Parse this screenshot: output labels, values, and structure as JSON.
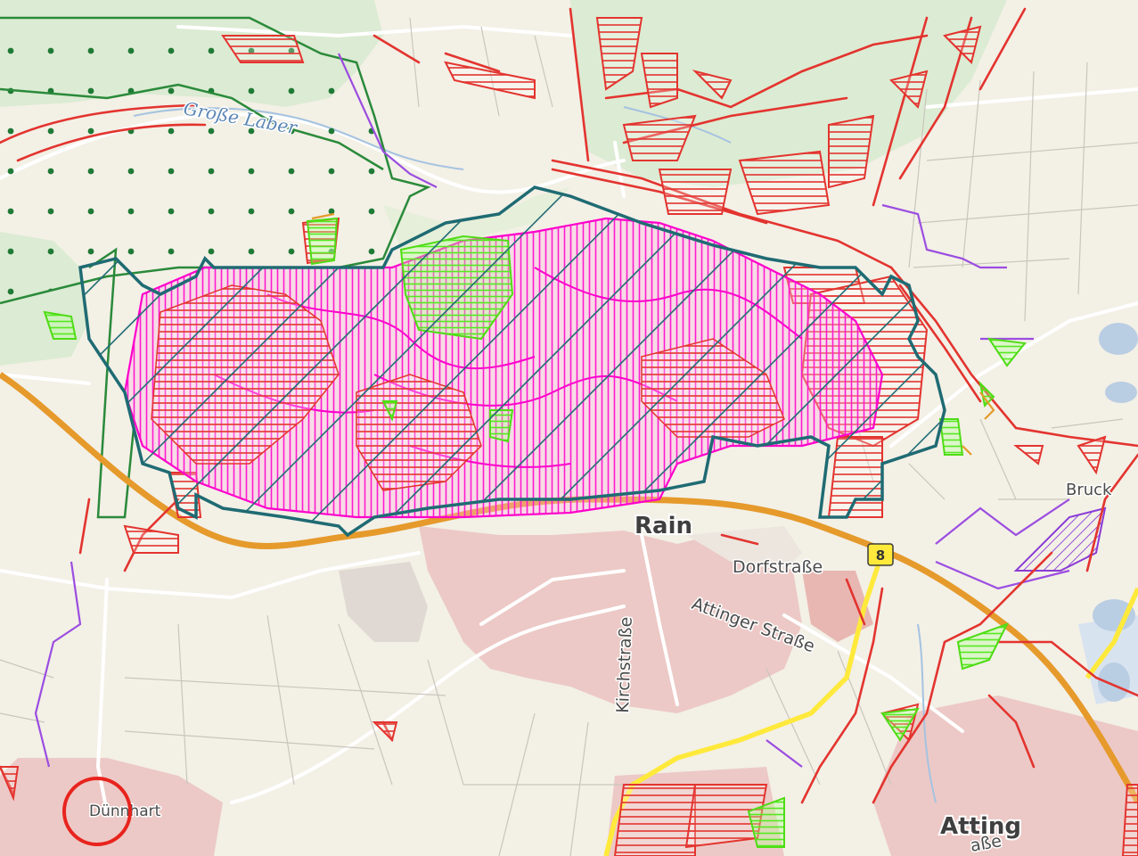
{
  "labels": {
    "river": "Große Laber",
    "village_center": "Rain",
    "street_dorf": "Dorfstraße",
    "street_kirch": "Kirchstraße",
    "street_attinger": "Attinger Straße",
    "village_sw": "Dünnhart",
    "village_se": "Atting",
    "atting_partial": "aße",
    "village_ne_partial": "Bruck"
  },
  "road_shield": {
    "number": "8"
  },
  "colors": {
    "background": "#f3f0e6",
    "forest_light": "#dcebd3",
    "settlement": "#ecc9c6",
    "red_biotope": "#e3342f",
    "magenta_zone": "#ff00cc",
    "teal_boundary": "#1f6b73",
    "green_dots": "#1f7a36",
    "lime_patch": "#66ff33",
    "purple_line": "#9b4de0",
    "highway_orange": "#e59a2b",
    "road_yellow": "#ffe93b",
    "marker_circle": "#e8231d"
  },
  "marker": {
    "type": "circle",
    "target": "Dünnhart"
  }
}
